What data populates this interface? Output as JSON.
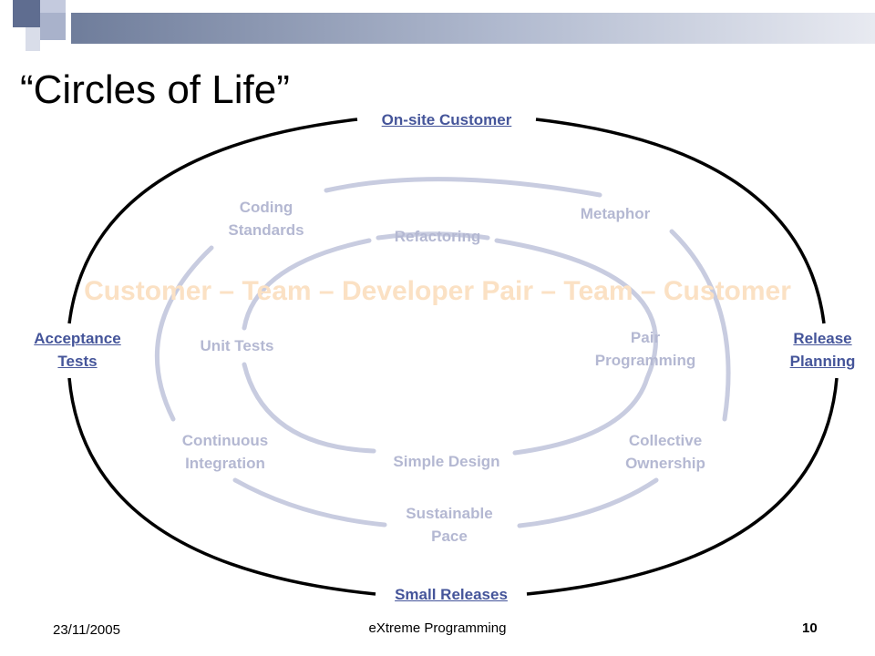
{
  "slide": {
    "title": "“Circles of Life”",
    "banner": "Customer – Team – Developer Pair – Team – Customer",
    "colors": {
      "outer_ring": "#000000",
      "middle_ring": "#c8cce0",
      "inner_ring": "#c8cce0",
      "outer_label": "#45559a",
      "inner_label": "#b4b8d2",
      "banner_text": "#fbe1c4",
      "header_bar": "#6f7d9b"
    }
  },
  "outer_practices": {
    "onsite_customer": "On-site Customer",
    "acceptance_tests": [
      "Acceptance",
      "Tests"
    ],
    "release_planning": [
      "Release",
      "Planning"
    ],
    "small_releases": "Small Releases"
  },
  "middle_practices": {
    "coding_standards": [
      "Coding",
      "Standards"
    ],
    "metaphor": "Metaphor",
    "continuous_integration": [
      "Continuous",
      "Integration"
    ],
    "collective_ownership": [
      "Collective",
      "Ownership"
    ],
    "sustainable_pace": [
      "Sustainable",
      "Pace"
    ]
  },
  "inner_practices": {
    "refactoring": "Refactoring",
    "unit_tests": "Unit Tests",
    "pair_programming": [
      "Pair",
      "Programming"
    ],
    "simple_design": "Simple Design"
  },
  "footer": {
    "date": "23/11/2005",
    "course": "eXtreme Programming",
    "page_number": "10"
  }
}
